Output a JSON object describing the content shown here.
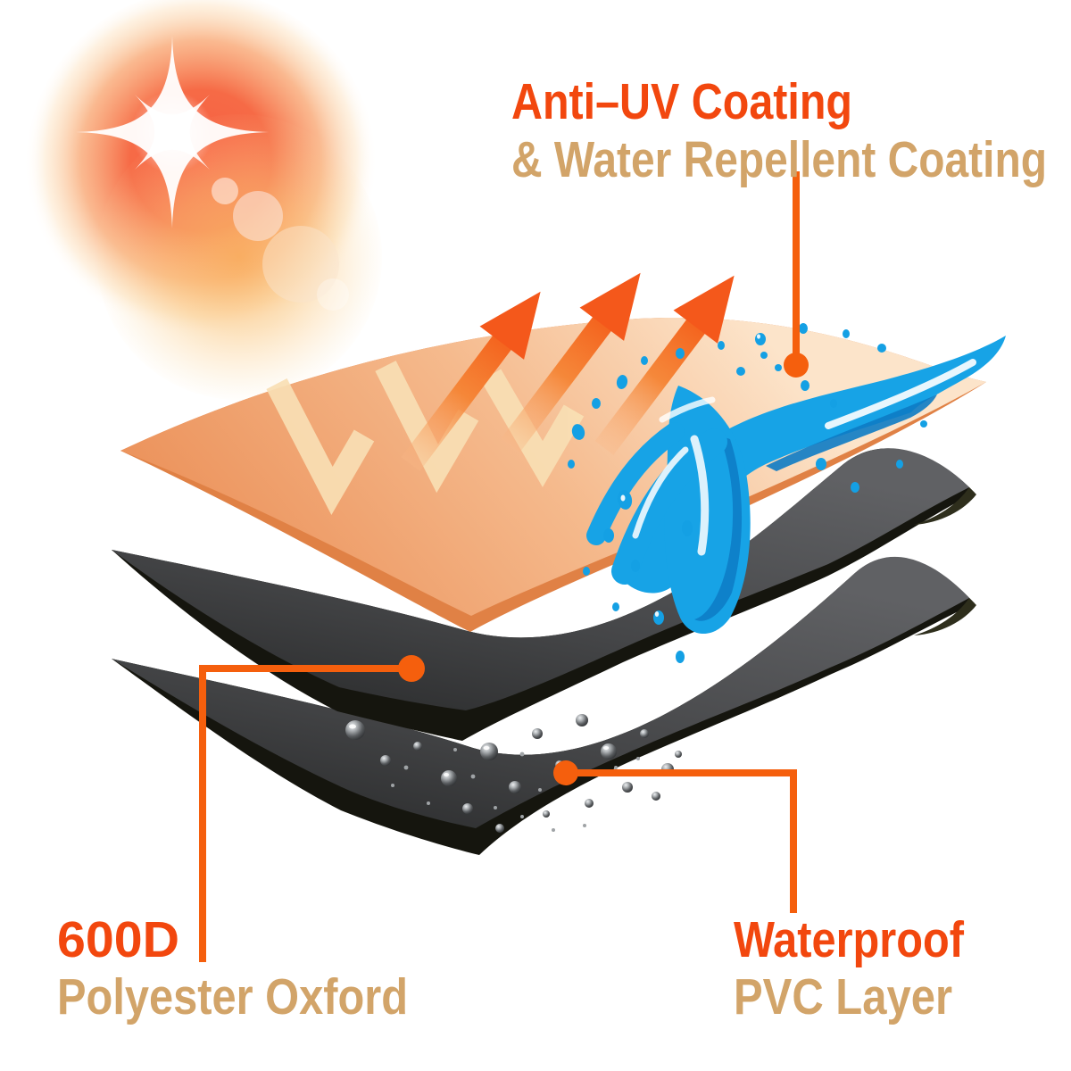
{
  "title": {
    "line1": "Anti–UV Coating",
    "line2": "& Water Repellent Coating"
  },
  "labels": {
    "oxford": {
      "line1": "600D",
      "line2": "Polyester Oxford"
    },
    "pvc": {
      "line1": "Waterproof",
      "line2": "PVC Layer"
    }
  },
  "colors": {
    "heading_orange_red": "#F2470E",
    "heading_tan": "#D2A469",
    "connector_orange": "#F55F0D",
    "water_blue": "#17A3E6",
    "water_blue_dark": "#0D7BC4",
    "fabric_peach": "#F3B285",
    "fabric_underside_orange": "#E08145",
    "layer_dark_gray": "#47484A",
    "layer_edge_black": "#15150E",
    "sun_orange": "#F4603A"
  },
  "icons": {
    "sun": "sun-icon",
    "uv_rays": "uv-ray-icon",
    "uv_reflection_arrows": "uv-reflection-arrow-icon",
    "water_splash": "water-splash-icon",
    "pvc_droplets": "water-droplet-icon"
  }
}
